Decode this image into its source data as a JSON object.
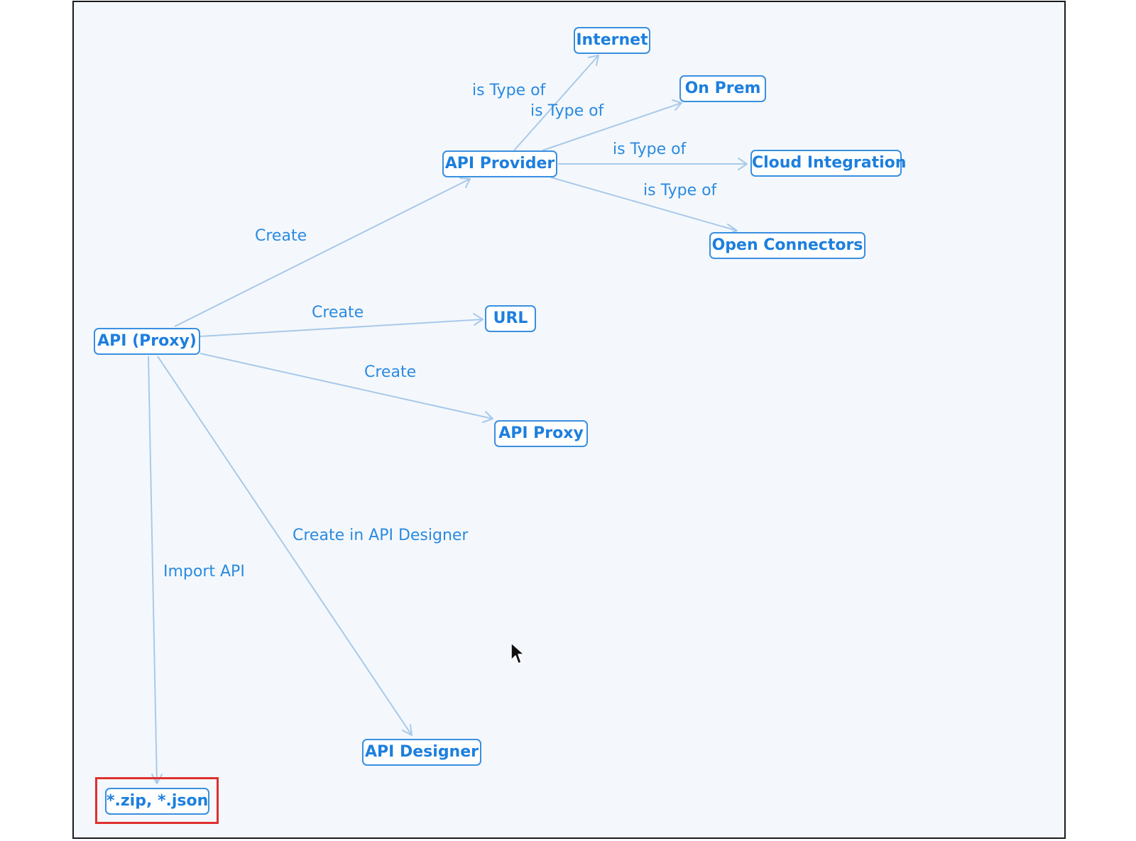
{
  "nodes": {
    "api_proxy_root": "API (Proxy)",
    "api_provider": "API Provider",
    "internet": "Internet",
    "on_prem": "On Prem",
    "cloud_integration": "Cloud Integration",
    "open_connectors": "Open Connectors",
    "url": "URL",
    "api_proxy": "API Proxy",
    "api_designer": "API Designer",
    "zip_json": "*.zip, *.json"
  },
  "edges": {
    "proxy_to_provider": "Create",
    "proxy_to_url": "Create",
    "proxy_to_api_proxy": "Create",
    "proxy_to_designer": "Create in API Designer",
    "proxy_to_zip": "Import API",
    "provider_to_internet": "is Type of",
    "provider_to_onprem": "is Type of",
    "provider_to_cloud": "is Type of",
    "provider_to_open": "is Type of"
  },
  "colors": {
    "node_text": "#1d7fde",
    "node_border": "#3a8fe0",
    "edge_line": "#a9c9ea",
    "edge_label": "#2b8ae0",
    "highlight": "#e0302e",
    "canvas": "#f4f8fc"
  },
  "icons": {
    "cursor": "mouse-pointer-icon"
  }
}
